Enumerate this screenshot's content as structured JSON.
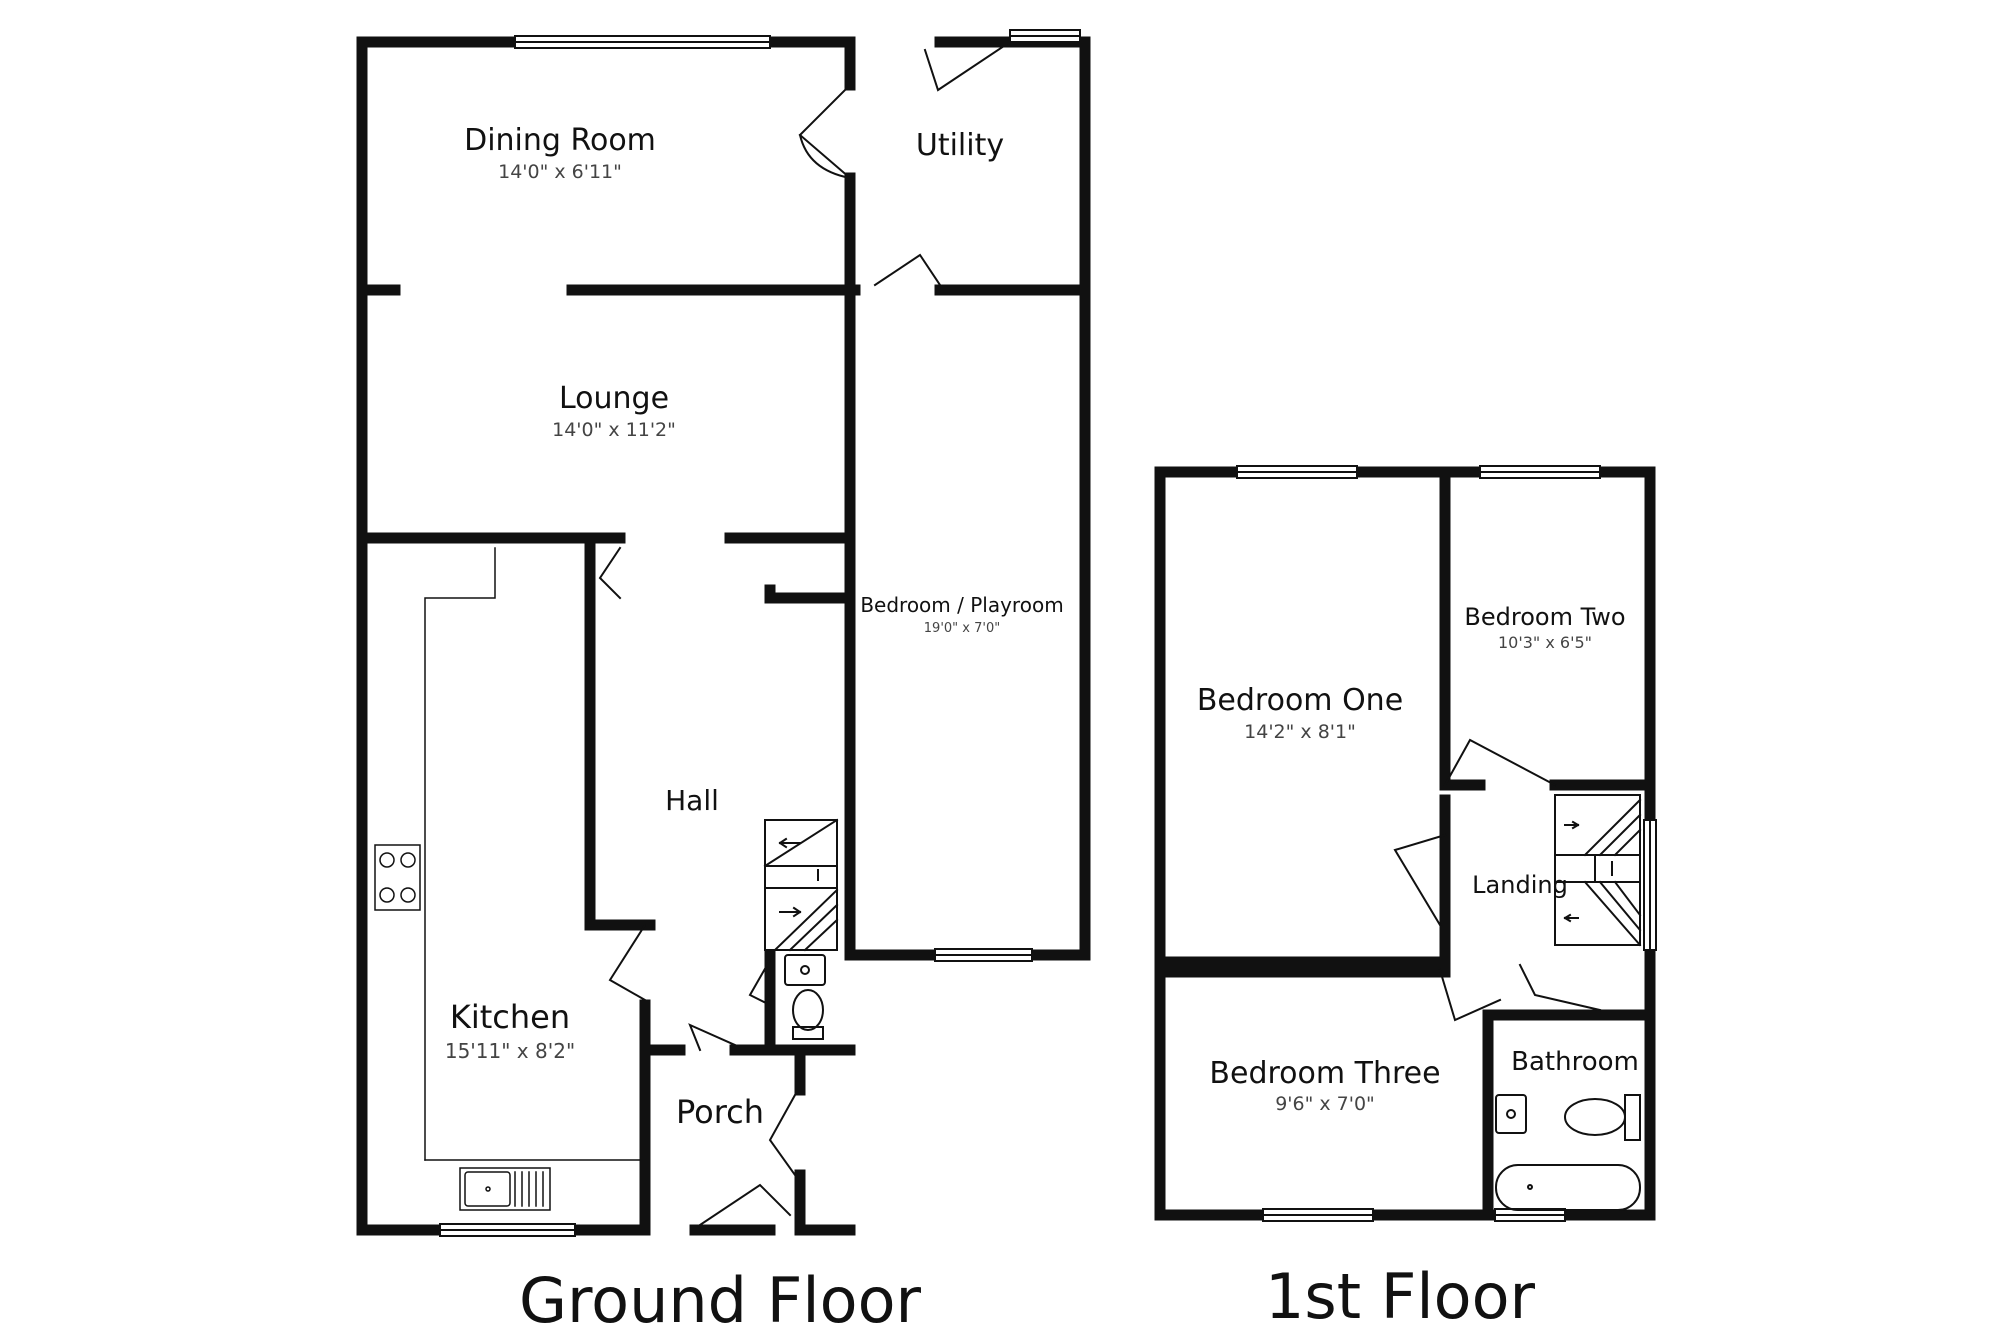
{
  "ground_floor": {
    "title": "Ground Floor",
    "rooms": {
      "dining_room": {
        "name": "Dining Room",
        "dims": "14'0\" x 6'11\""
      },
      "utility": {
        "name": "Utility"
      },
      "lounge": {
        "name": "Lounge",
        "dims": "14'0\" x 11'2\""
      },
      "bedroom_playroom": {
        "name": "Bedroom / Playroom",
        "dims": "19'0\" x 7'0\""
      },
      "hall": {
        "name": "Hall"
      },
      "kitchen": {
        "name": "Kitchen",
        "dims": "15'11\" x 8'2\""
      },
      "porch": {
        "name": "Porch"
      }
    }
  },
  "first_floor": {
    "title": "1st Floor",
    "rooms": {
      "bedroom_one": {
        "name": "Bedroom One",
        "dims": "14'2\" x 8'1\""
      },
      "bedroom_two": {
        "name": "Bedroom Two",
        "dims": "10'3\" x 6'5\""
      },
      "landing": {
        "name": "Landing"
      },
      "bedroom_three": {
        "name": "Bedroom Three",
        "dims": "9'6\" x 7'0\""
      },
      "bathroom": {
        "name": "Bathroom"
      }
    }
  }
}
